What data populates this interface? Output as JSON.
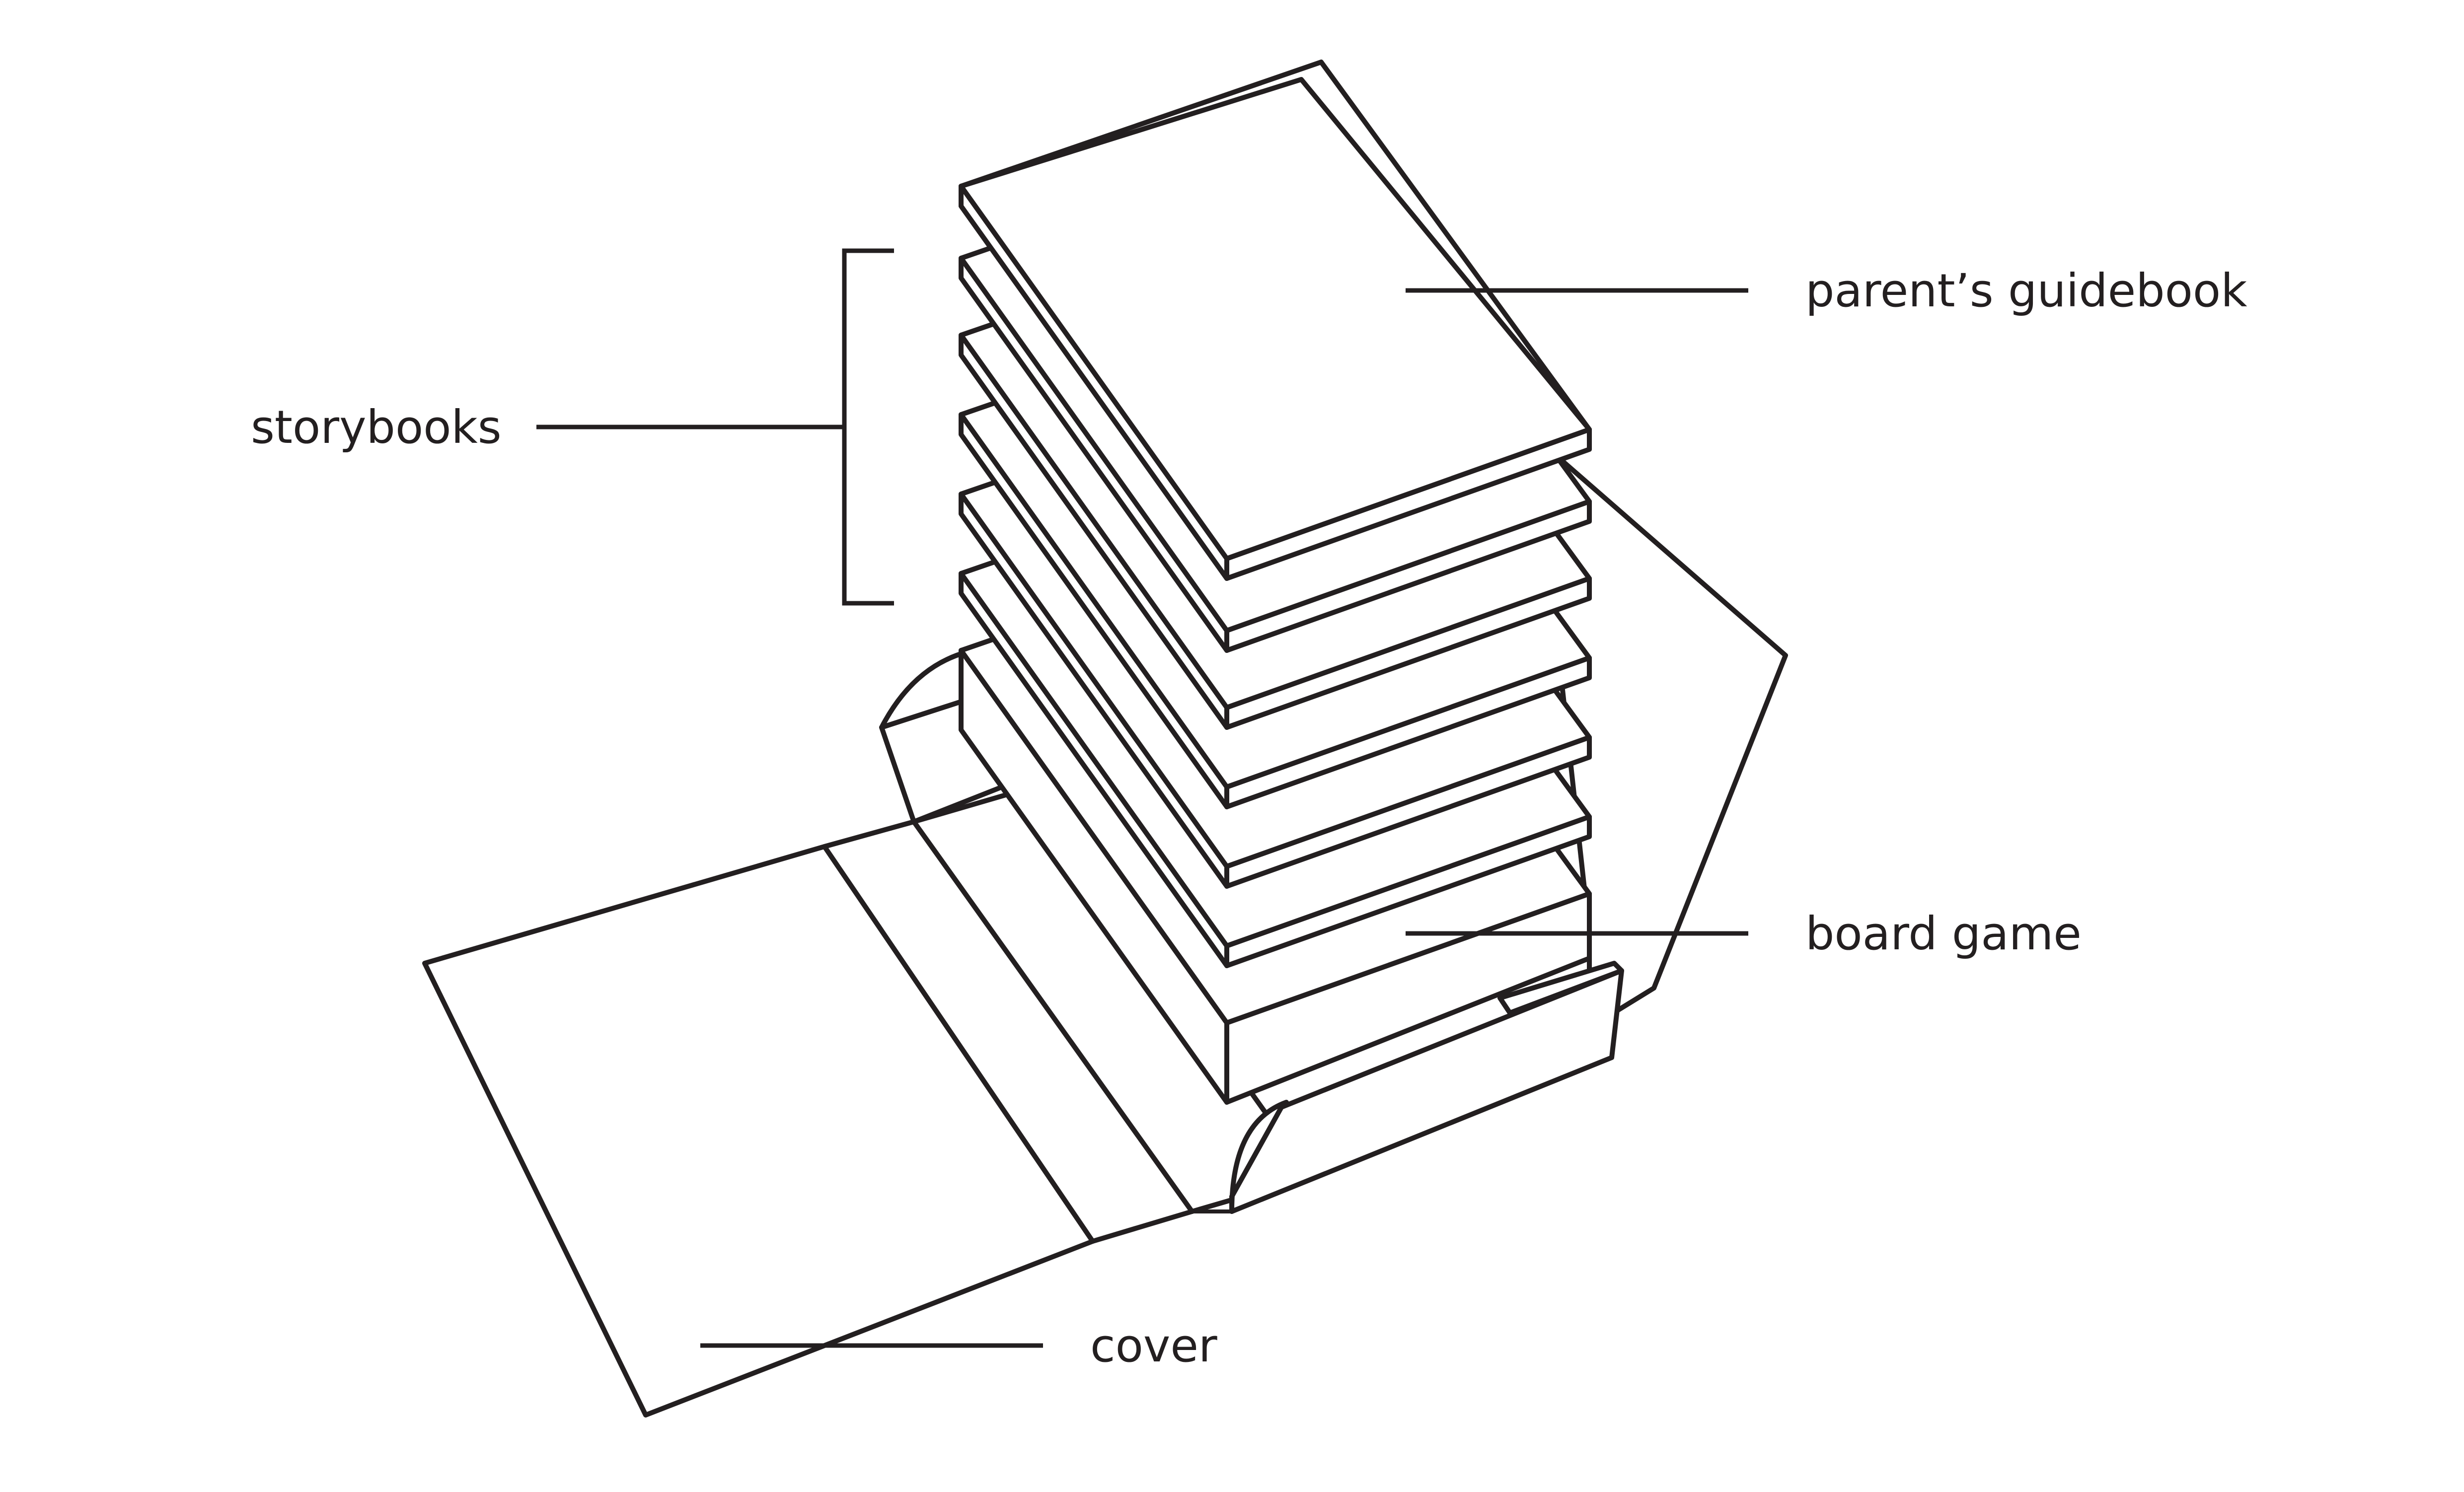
{
  "labels": {
    "storybooks": "storybooks",
    "parents_guidebook": "parent’s guidebook",
    "board_game": "board game",
    "cover": "cover"
  },
  "colors": {
    "line": "#231f20",
    "background": "#ffffff"
  }
}
